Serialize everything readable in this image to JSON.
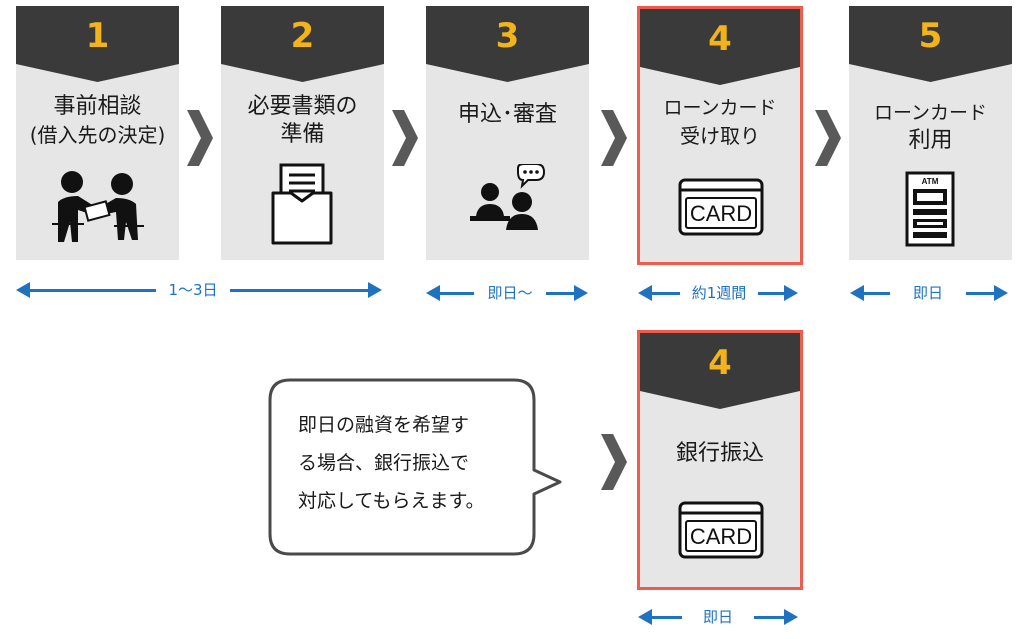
{
  "steps": [
    {
      "number": "1",
      "lines": [
        "事前相談",
        "(借入先の決定)"
      ],
      "icon": "meeting-people-icon"
    },
    {
      "number": "2",
      "lines": [
        "必要書類の",
        "準備"
      ],
      "icon": "document-envelope-icon"
    },
    {
      "number": "3",
      "lines": [
        "申込･審査"
      ],
      "icon": "interview-chat-icon"
    },
    {
      "number": "4",
      "lines": [
        "ローンカード",
        "受け取り"
      ],
      "icon": "card-icon",
      "card_text": "CARD"
    },
    {
      "number": "5",
      "lines": [
        "ローンカード",
        "利用"
      ],
      "icon": "atm-icon",
      "atm_text": "ATM"
    }
  ],
  "alt_step": {
    "number": "4",
    "lines": [
      "銀行振込"
    ],
    "icon": "card-icon",
    "card_text": "CARD"
  },
  "durations": [
    "1〜3日",
    "即日〜",
    "約1週間",
    "即日",
    "即日"
  ],
  "bubble": {
    "lines": [
      "即日の融資を希望す",
      "る場合、銀行振込で",
      "対応してもらえます。"
    ]
  },
  "colors": {
    "header": "#3a3a3a",
    "number": "#f2b418",
    "card_bg": "#e6e6e6",
    "highlight": "#ef5b4c",
    "arrow": "#1f72c0",
    "chevron": "#595959"
  }
}
